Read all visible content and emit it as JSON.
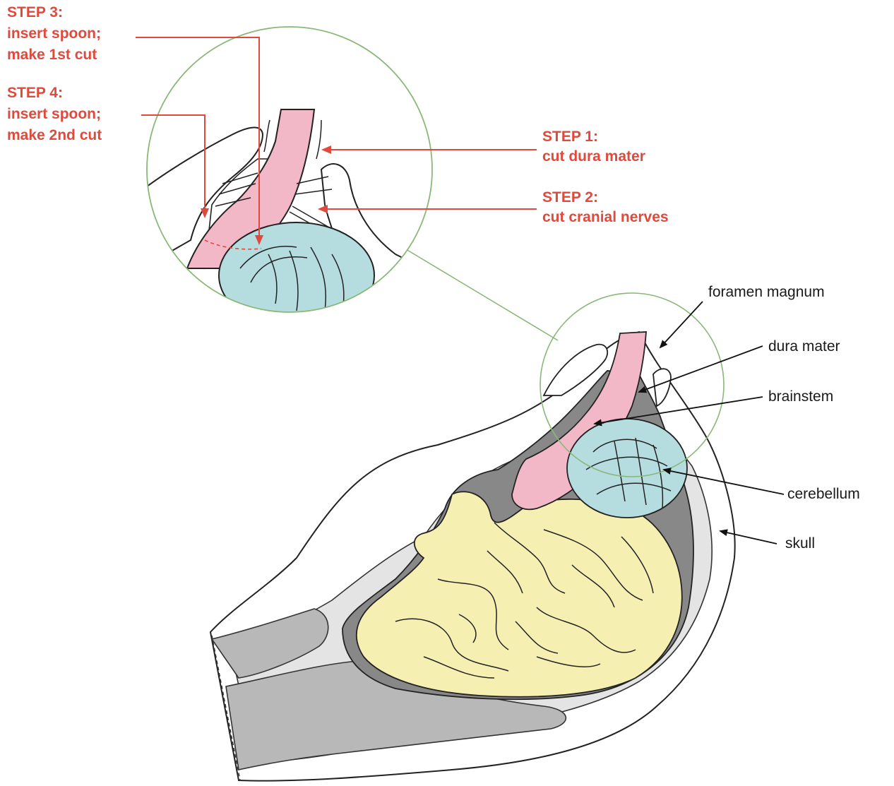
{
  "steps": {
    "step3": {
      "title": "STEP 3:",
      "desc1": "insert spoon;",
      "desc2": "make 1st cut"
    },
    "step4": {
      "title": "STEP 4:",
      "desc1": "insert spoon;",
      "desc2": "make 2nd cut"
    },
    "step1": {
      "title": "STEP 1:",
      "desc": "cut dura mater"
    },
    "step2": {
      "title": "STEP 2:",
      "desc": "cut cranial nerves"
    }
  },
  "anatomy": {
    "foramen_magnum": "foramen magnum",
    "dura_mater": "dura  mater",
    "brainstem": "brainstem",
    "cerebellum": "cerebellum",
    "skull": "skull"
  },
  "colors": {
    "step_text": "#e04a3c",
    "brainstem_fill": "#f2b8c8",
    "cerebellum_fill": "#b5dde0",
    "cerebrum_fill": "#f5f0b2",
    "dura_fill": "#8a8a8a",
    "bone_fill": "#d0d0d0",
    "magnifier_outline": "#8ab878"
  }
}
